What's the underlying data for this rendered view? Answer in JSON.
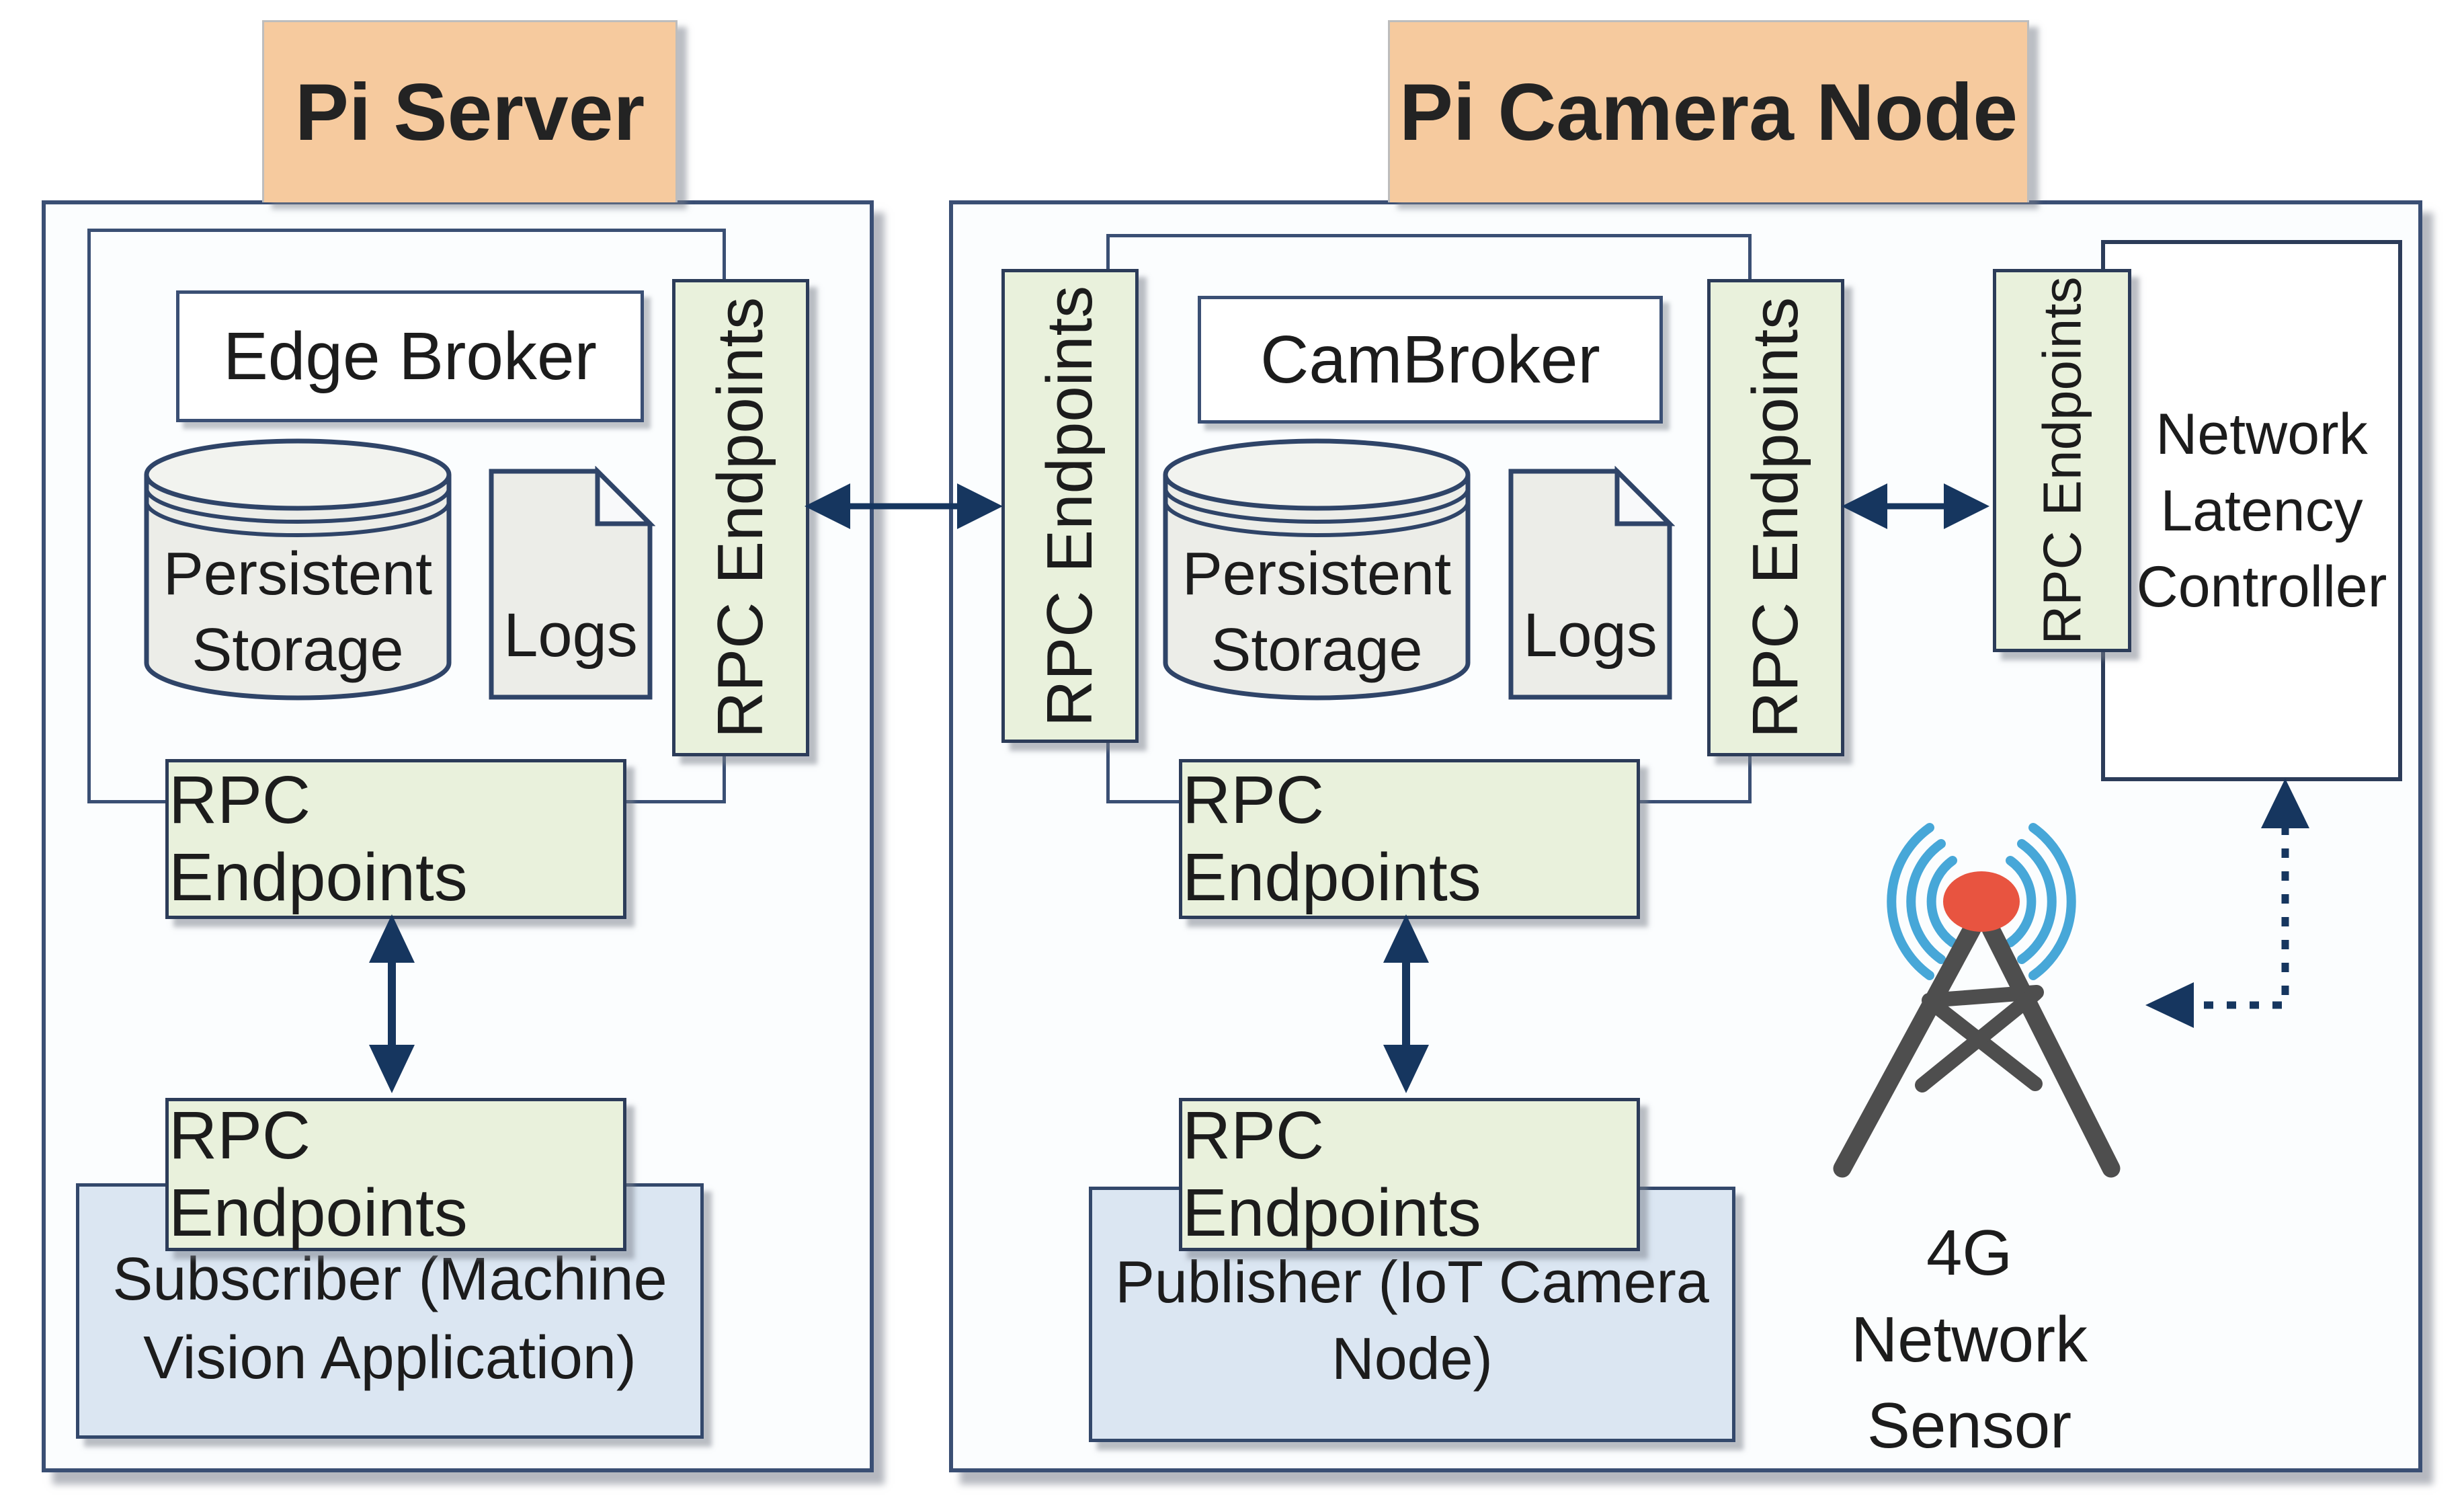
{
  "diagram": {
    "pi_server": {
      "title": "Pi Server",
      "broker_label": "Edge Broker",
      "storage_label": "Persistent\nStorage",
      "logs_label": "Logs",
      "rpc_side_label": "RPC Endpoints",
      "rpc_top_label": "RPC Endpoints",
      "rpc_bottom_label": "RPC Endpoints",
      "subscriber_label": "Subscriber (Machine\nVision Application)"
    },
    "pi_camera_node": {
      "title": "Pi Camera Node",
      "rpc_left_label": "RPC Endpoints",
      "broker_label": "CamBroker",
      "storage_label": "Persistent\nStorage",
      "logs_label": "Logs",
      "rpc_right_label": "RPC Endpoints",
      "rpc_top_label": "RPC Endpoints",
      "rpc_bottom_label": "RPC Endpoints",
      "publisher_label": "Publisher (IoT Camera\nNode)"
    },
    "network_latency_controller": {
      "rpc_label": "RPC Endpoints",
      "label": "Network\nLatency\nController"
    },
    "sensor": {
      "label": "4G\nNetwork\nSensor"
    },
    "icons": [
      "database-cylinder-icon",
      "document-page-icon",
      "radio-tower-icon",
      "signal-waves-icon",
      "double-headed-arrow-icon",
      "dotted-arrow-icon"
    ],
    "colors": {
      "tab_fill": "#f6ca9e",
      "green_fill": "#e9f1dc",
      "blue_fill": "#dbe6f2",
      "border_navy": "#2c3c59",
      "arrow_navy": "#16365f",
      "tower_gray": "#4e4e4e",
      "beacon_red": "#e85440",
      "wave_blue": "#47a7d8",
      "icon_fill": "#ecede8",
      "shadow_gray": "#7d828a"
    }
  }
}
